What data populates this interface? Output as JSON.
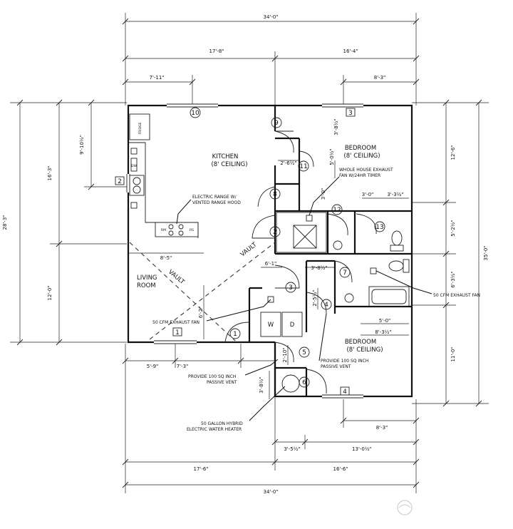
{
  "dimensions": {
    "top_overall": "34'-0\"",
    "top_left": "17'-8\"",
    "top_right": "16'-4\"",
    "top_left_window": "7'-11\"",
    "top_right_window": "8'-3\"",
    "left_overall": "28'-3\"",
    "left_upper": "16'-3\"",
    "left_lower": "12'-0\"",
    "left_window": "9'-10½\"",
    "right_overall": "35'-0\"",
    "right_upper": "12'-6\"",
    "right_mid1": "5'-2½\"",
    "right_mid2": "6'-3½\"",
    "right_lower": "11'-0\"",
    "bottom_overall": "34'-0\"",
    "bottom_left": "17'-6\"",
    "bottom_right": "16'-6\"",
    "bottom_mid_a": "3'-5½\"",
    "bottom_mid_b": "13'-0½\"",
    "bottom_window_right": "8'-3\"",
    "bottom_left_a": "5'-9\"",
    "bottom_left_b": "7'-3\"",
    "living_width": "8'-5\"",
    "hall_width": "6'-1\"",
    "hall_height": "6'-2\"",
    "closet_a": "3'-8½\"",
    "closet_b": "2'-6½\"",
    "closet_c": "5'-0½\"",
    "closet_d": "3'-0\"",
    "bath_w1": "3'-0\"",
    "bath_w2": "3'-3½\"",
    "laundry_a": "3'-8½\"",
    "laundry_b": "2'-5½\"",
    "bath2_w": "5'-0\"",
    "bed2_w": "8'-3½\"",
    "wh_closet": "2'-10\"",
    "wh_closet2": "3'-8½\""
  },
  "rooms": {
    "kitchen": "KITCHEN",
    "kitchen_ceiling": "(8' CEILING)",
    "bedroom1": "BEDROOM",
    "bedroom1_ceiling": "(8' CEILING)",
    "bedroom2": "BEDROOM",
    "bedroom2_ceiling": "(8' CEILING)",
    "living1": "LIVING",
    "living2": "ROOM"
  },
  "labels": {
    "vault1": "VAULT",
    "vault2": "VAULT",
    "range1": "ELECTRIC RANGE W/",
    "range2": "VENTED RANGE HOOD",
    "whole1": "WHOLE HOUSE EXHAUST",
    "whole2": "FAN W/24HR TIMER",
    "exhaust_left": "50 CFM EXHAUST FAN",
    "exhaust_right": "50 CFM EXHAUST FAN",
    "vent_left1": "PROVIDE 100 SQ INCH",
    "vent_left2": "PASSIVE VENT",
    "vent_right1": "PROVIDE 100 SQ INCH",
    "vent_right2": "PASSIVE VENT",
    "heater1": "50 GALLON HYBRID",
    "heater2": "ELECTRIC WATER HEATER",
    "washer": "W",
    "dryer": "D",
    "fridge": "FRIDGE",
    "dw": "DW",
    "range_a": "RM",
    "range_b": "RS"
  },
  "window_tags": [
    "1",
    "2",
    "3",
    "4"
  ],
  "door_tags": [
    "1",
    "2",
    "3",
    "4",
    "5",
    "6",
    "7",
    "8",
    "9",
    "10",
    "11",
    "12",
    "13"
  ]
}
